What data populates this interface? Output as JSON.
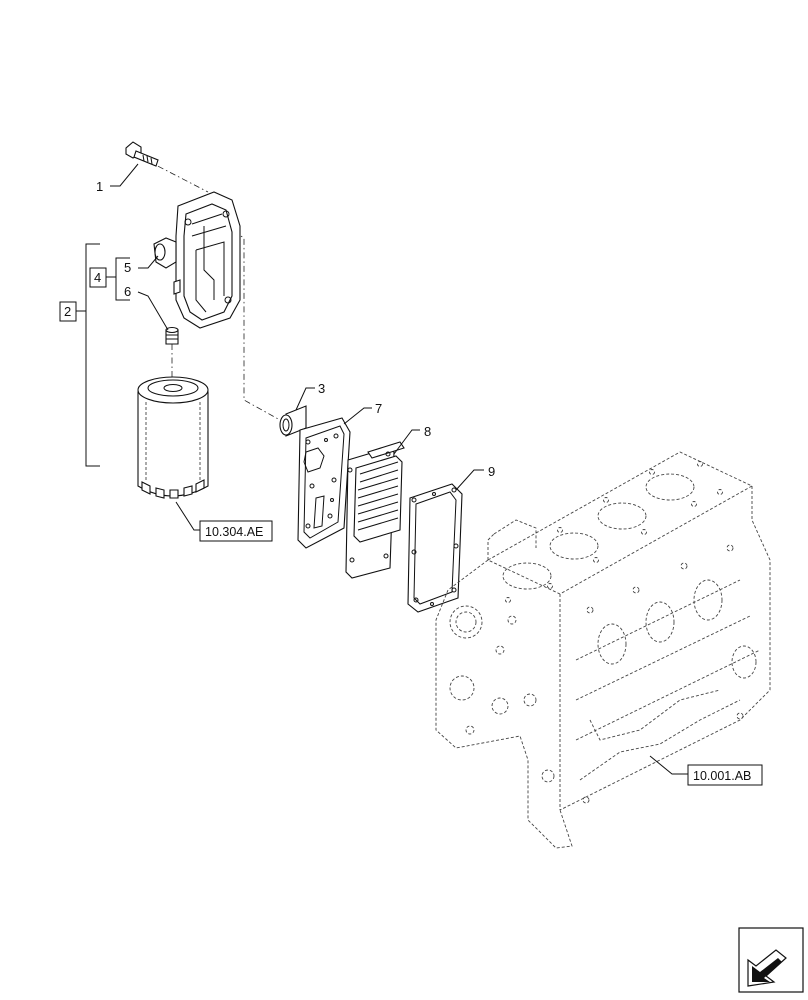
{
  "callouts": {
    "c1": "1",
    "c2": "2",
    "c3": "3",
    "c4": "4",
    "c5": "5",
    "c6": "6",
    "c7": "7",
    "c8": "8",
    "c9": "9"
  },
  "references": {
    "filter_ref": "10.304.AE",
    "block_ref": "10.001.AB"
  },
  "icons": {
    "nav": "arrow-icon"
  }
}
